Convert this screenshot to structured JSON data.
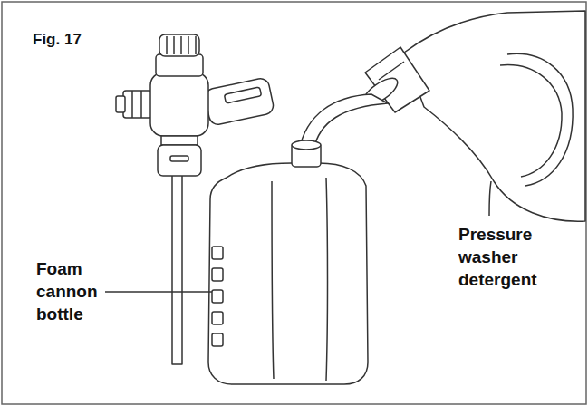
{
  "diagram": {
    "title": "Fig. 17",
    "labels": [
      "Foam cannon bottle",
      "Pressure washer detergent"
    ]
  }
}
